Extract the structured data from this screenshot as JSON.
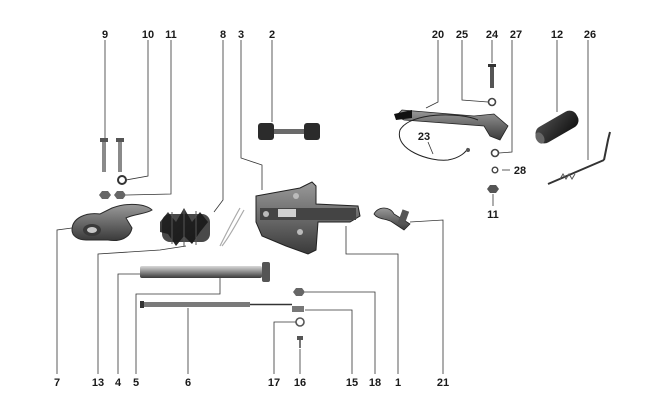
{
  "diagram": {
    "parts": [
      {
        "id": "p1",
        "label": "1"
      },
      {
        "id": "p2",
        "label": "2"
      },
      {
        "id": "p3",
        "label": "3"
      },
      {
        "id": "p4",
        "label": "4"
      },
      {
        "id": "p5",
        "label": "5"
      },
      {
        "id": "p6",
        "label": "6"
      },
      {
        "id": "p7",
        "label": "7"
      },
      {
        "id": "p8",
        "label": "8"
      },
      {
        "id": "p9",
        "label": "9"
      },
      {
        "id": "p10",
        "label": "10"
      },
      {
        "id": "p11a",
        "label": "11"
      },
      {
        "id": "p11b",
        "label": "11"
      },
      {
        "id": "p12",
        "label": "12"
      },
      {
        "id": "p13",
        "label": "13"
      },
      {
        "id": "p15",
        "label": "15"
      },
      {
        "id": "p16",
        "label": "16"
      },
      {
        "id": "p17",
        "label": "17"
      },
      {
        "id": "p18",
        "label": "18"
      },
      {
        "id": "p20",
        "label": "20"
      },
      {
        "id": "p21",
        "label": "21"
      },
      {
        "id": "p23",
        "label": "23"
      },
      {
        "id": "p24",
        "label": "24"
      },
      {
        "id": "p25",
        "label": "25"
      },
      {
        "id": "p26",
        "label": "26"
      },
      {
        "id": "p27",
        "label": "27"
      },
      {
        "id": "p28",
        "label": "28"
      }
    ]
  },
  "colors": {
    "metal_dark": "#2b2b2b",
    "metal_mid": "#7a7a7a",
    "metal_light": "#bdbdbd",
    "rubber": "#1c1c1c"
  }
}
